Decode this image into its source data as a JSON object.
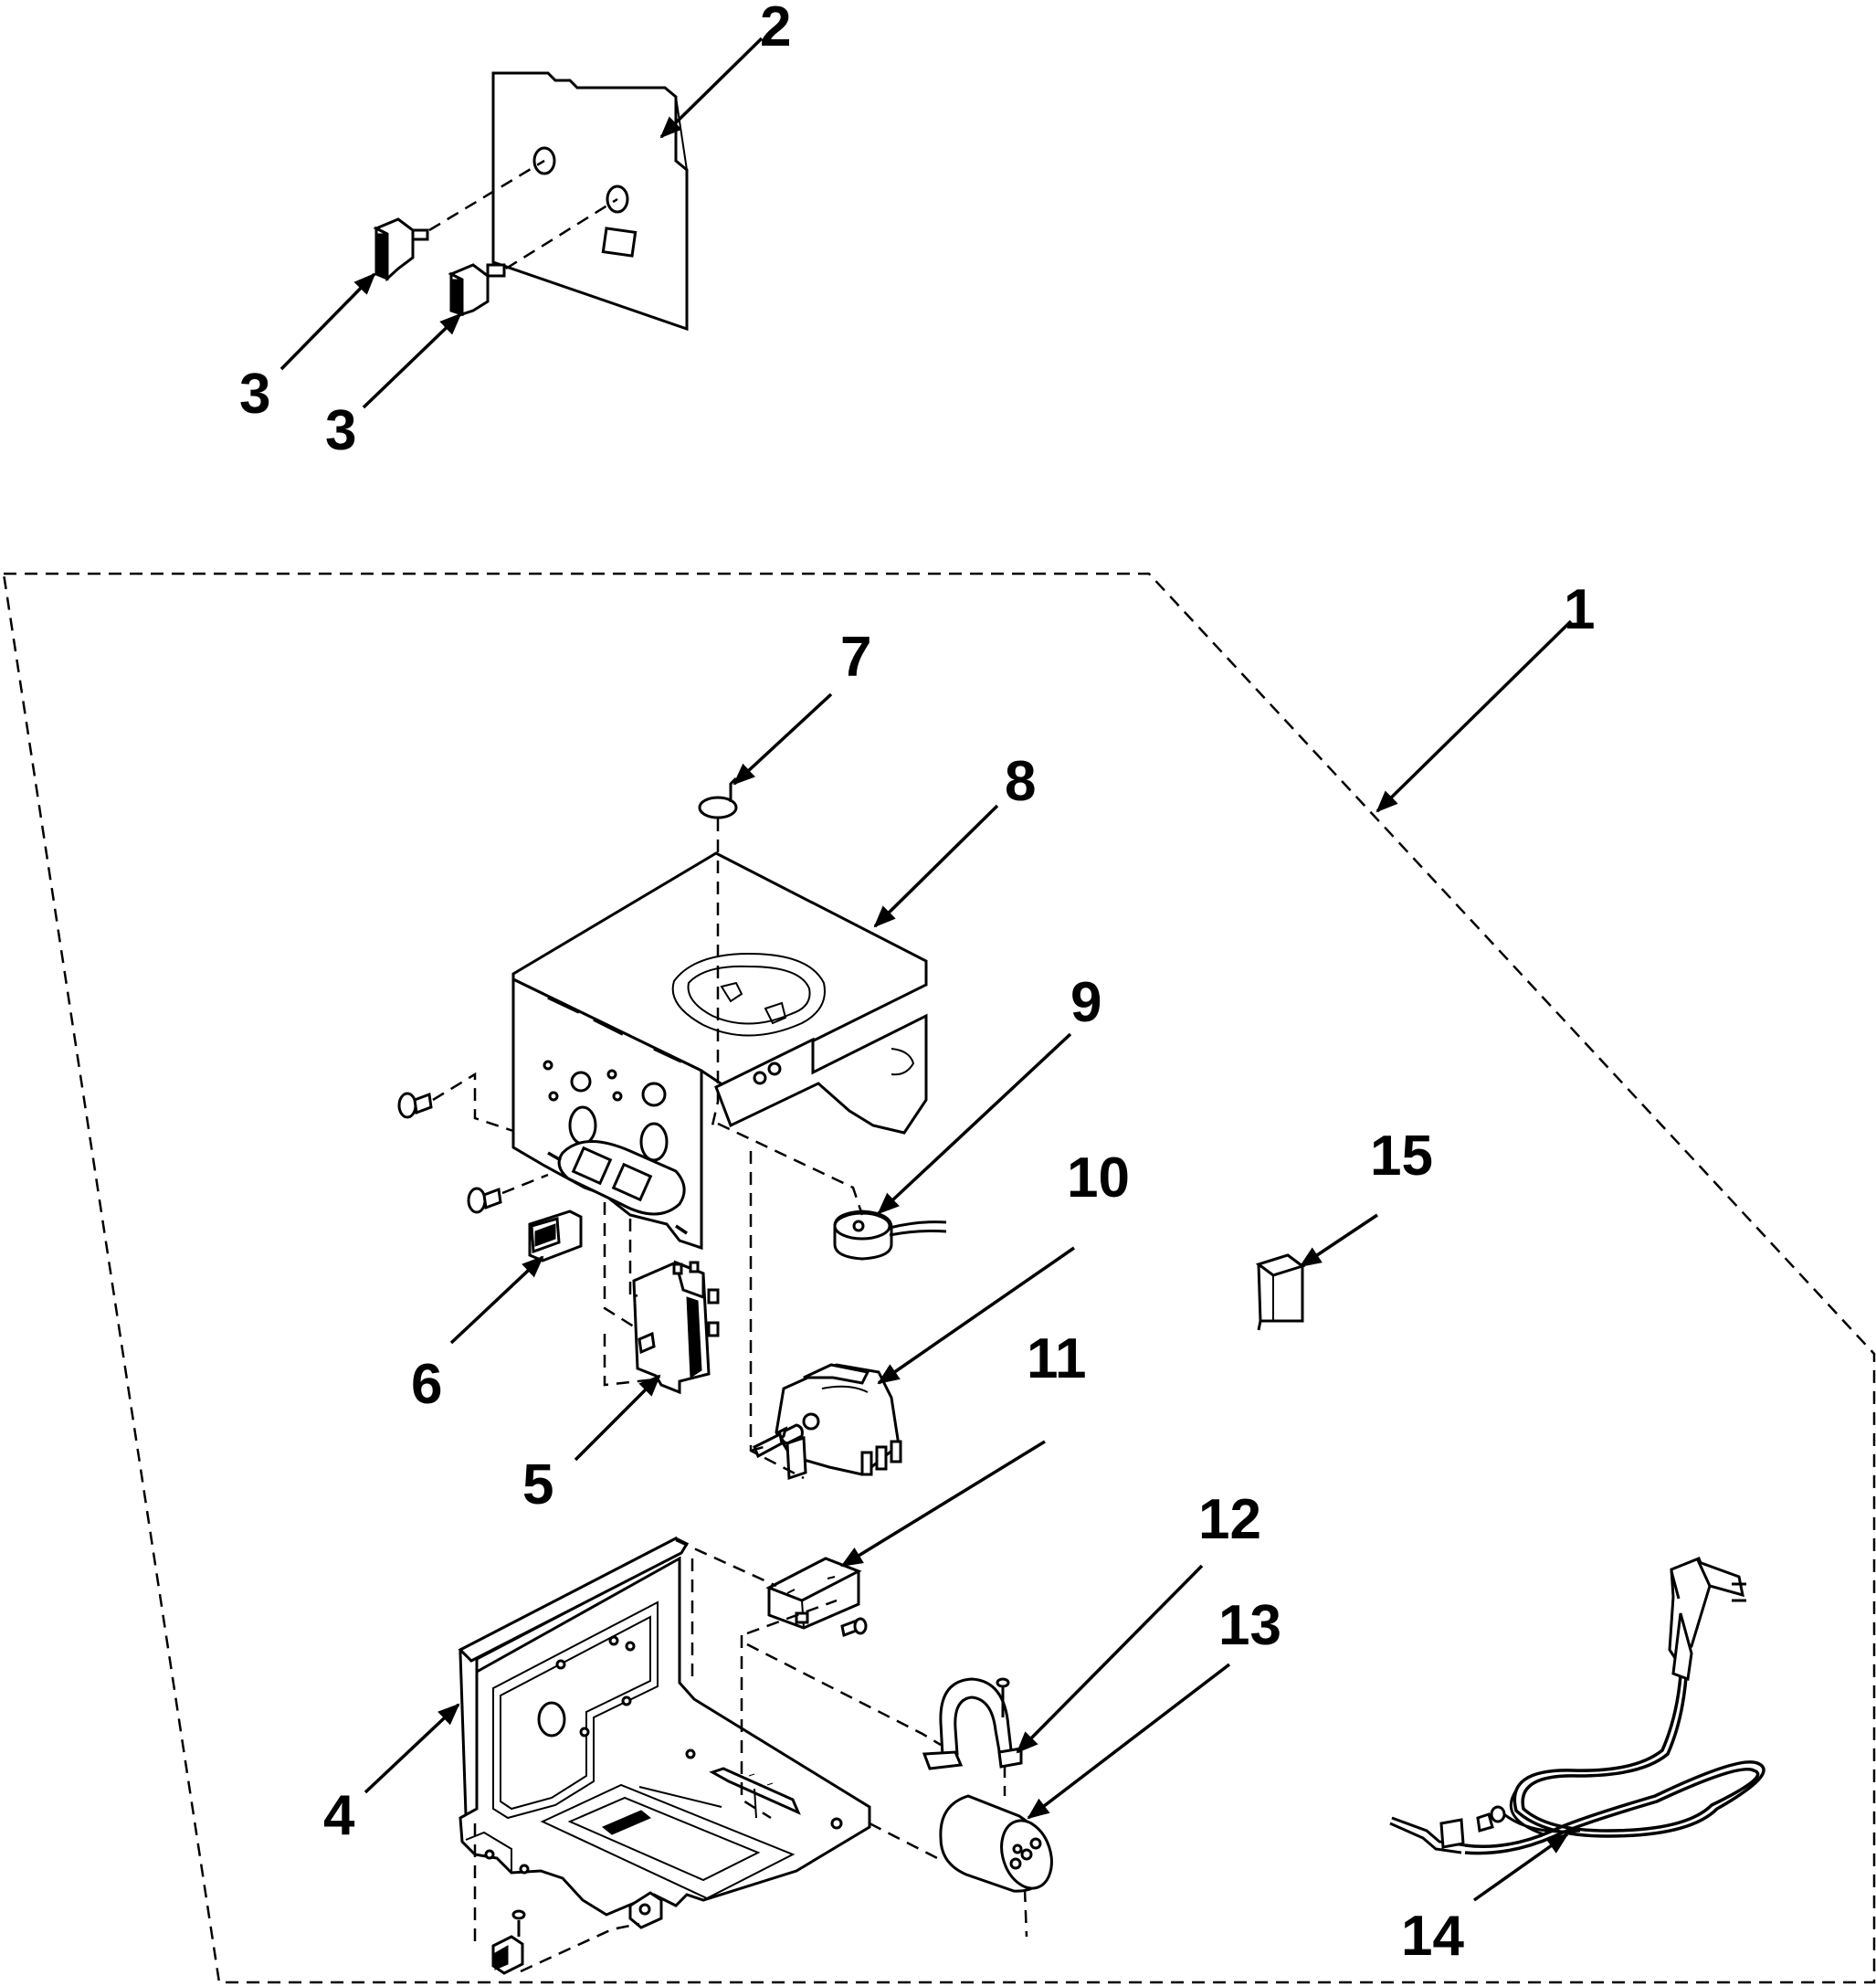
{
  "callouts": [
    {
      "id": "1",
      "label": "1"
    },
    {
      "id": "2",
      "label": "2"
    },
    {
      "id": "3a",
      "label": "3"
    },
    {
      "id": "3b",
      "label": "3"
    },
    {
      "id": "4",
      "label": "4"
    },
    {
      "id": "5",
      "label": "5"
    },
    {
      "id": "6",
      "label": "6"
    },
    {
      "id": "7",
      "label": "7"
    },
    {
      "id": "8",
      "label": "8"
    },
    {
      "id": "9",
      "label": "9"
    },
    {
      "id": "10",
      "label": "10"
    },
    {
      "id": "11",
      "label": "11"
    },
    {
      "id": "12",
      "label": "12"
    },
    {
      "id": "13",
      "label": "13"
    },
    {
      "id": "14",
      "label": "14"
    },
    {
      "id": "15",
      "label": "15"
    }
  ],
  "colors": {
    "ink": "#000000",
    "paper": "#ffffff"
  }
}
